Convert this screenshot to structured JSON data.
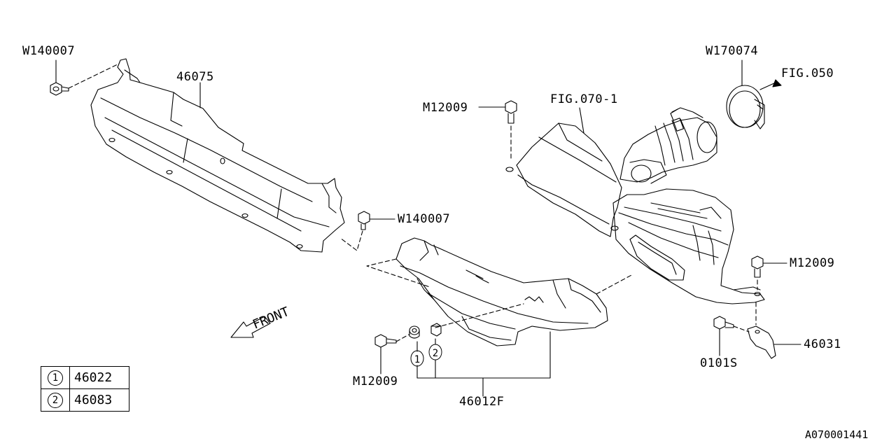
{
  "labels": {
    "w140007_top": "W140007",
    "p46075": "46075",
    "w140007_mid": "W140007",
    "m12009_top": "M12009",
    "fig070_1": "FIG.070-1",
    "w170074": "W170074",
    "fig050": "FIG.050",
    "m12009_right": "M12009",
    "p46031": "46031",
    "p0101s": "0101S",
    "m12009_bottom": "M12009",
    "p46012f": "46012F",
    "front": "FRONT",
    "callout1": "1",
    "callout2": "2"
  },
  "legend": [
    {
      "key": "1",
      "part": "46022"
    },
    {
      "key": "2",
      "part": "46083"
    }
  ],
  "reference_code": "A070001441"
}
